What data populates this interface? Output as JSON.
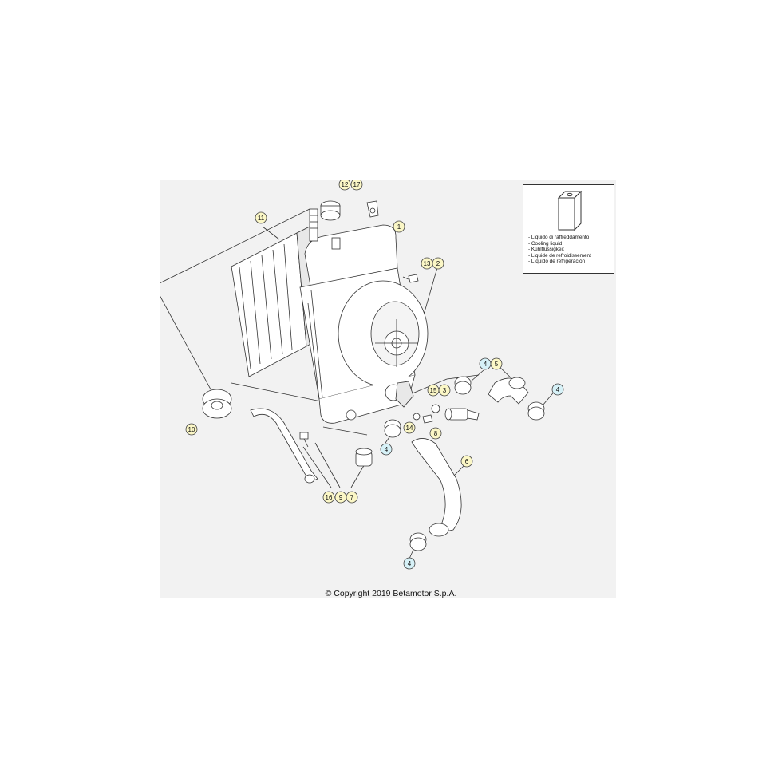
{
  "callouts": [
    {
      "id": "c12",
      "label": "12",
      "kind": "yellow"
    },
    {
      "id": "c17",
      "label": "17",
      "kind": "yellow"
    },
    {
      "id": "c11",
      "label": "11",
      "kind": "yellow"
    },
    {
      "id": "c1",
      "label": "1",
      "kind": "yellow"
    },
    {
      "id": "c13",
      "label": "13",
      "kind": "yellow"
    },
    {
      "id": "c2",
      "label": "2",
      "kind": "yellow"
    },
    {
      "id": "c4a",
      "label": "4",
      "kind": "blue"
    },
    {
      "id": "c5",
      "label": "5",
      "kind": "yellow"
    },
    {
      "id": "c4b",
      "label": "4",
      "kind": "blue"
    },
    {
      "id": "c15",
      "label": "15",
      "kind": "yellow"
    },
    {
      "id": "c3",
      "label": "3",
      "kind": "yellow"
    },
    {
      "id": "c14",
      "label": "14",
      "kind": "yellow"
    },
    {
      "id": "c8",
      "label": "8",
      "kind": "yellow"
    },
    {
      "id": "c4c",
      "label": "4",
      "kind": "blue"
    },
    {
      "id": "c6",
      "label": "6",
      "kind": "yellow"
    },
    {
      "id": "c10",
      "label": "10",
      "kind": "yellow"
    },
    {
      "id": "c16",
      "label": "16",
      "kind": "yellow"
    },
    {
      "id": "c9",
      "label": "9",
      "kind": "yellow"
    },
    {
      "id": "c7",
      "label": "7",
      "kind": "yellow"
    },
    {
      "id": "c4d",
      "label": "4",
      "kind": "blue"
    }
  ],
  "legend": {
    "lines": [
      "- Liquido di raffreddamento",
      "- Cooling liquid",
      "- Kühlflüssigkeit",
      "- Liquide de refroidissement",
      "- Líquido de refrigeración"
    ]
  },
  "copyright": "© Copyright 2019 Betamotor S.p.A.",
  "colors": {
    "callout_yellow": "#fbf7c6",
    "callout_blue": "#d6f1f7",
    "line": "#333333",
    "background": "#f2f2f2"
  }
}
